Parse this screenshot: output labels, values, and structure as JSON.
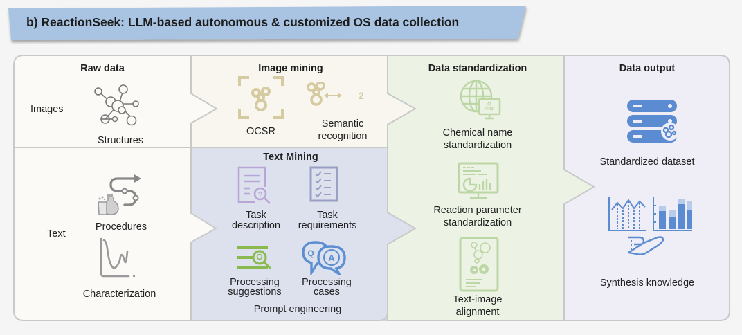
{
  "banner": {
    "title": "b) ReactionSeek: LLM-based autonomous & customized OS data collection"
  },
  "colors": {
    "banner": "#a9c3e3",
    "raw_panel": "#fbfaf7",
    "image_mining_panel": "#f8f6ee",
    "text_mining_panel": "#dde1ee",
    "standardization_panel": "#ecf3e5",
    "output_panel": "#efedf6",
    "border": "#c9c9c9",
    "image_mining_icon": "#d6caa0",
    "text_task_desc_icon": "#b7a6d6",
    "text_task_req_icon": "#9aa0c2",
    "text_suggestion_icon": "#8ab94d",
    "text_cases_icon": "#5b8fd1",
    "standardization_icon": "#bcd6a5",
    "output_icon": "#5b8bd0"
  },
  "raw_data": {
    "header": "Raw data",
    "images_label": "Images",
    "structures_label": "Structures",
    "text_label": "Text",
    "procedures_label": "Procedures",
    "characterization_label": "Characterization"
  },
  "image_mining": {
    "header": "Image mining",
    "ocsr_label": "OCSR",
    "semantic_label_1": "Semantic",
    "semantic_label_2": "recognition",
    "semantic_number": "2"
  },
  "text_mining": {
    "header": "Text Mining",
    "task_description_1": "Task",
    "task_description_2": "description",
    "task_requirements_1": "Task",
    "task_requirements_2": "requirements",
    "processing_suggestions_1": "Processing",
    "processing_suggestions_2": "suggestions",
    "processing_cases_1": "Processing",
    "processing_cases_2": "cases",
    "footer": "Prompt engineering",
    "q_letter": "Q",
    "a_letter": "A"
  },
  "standardization": {
    "header": "Data standardization",
    "chemical_name_1": "Chemical name",
    "chemical_name_2": "standardization",
    "reaction_param_1": "Reaction parameter",
    "reaction_param_2": "standardization",
    "text_image_1": "Text-image",
    "text_image_2": "alignment"
  },
  "output": {
    "header": "Data output",
    "dataset_label": "Standardized dataset",
    "knowledge_label": "Synthesis knowledge"
  }
}
